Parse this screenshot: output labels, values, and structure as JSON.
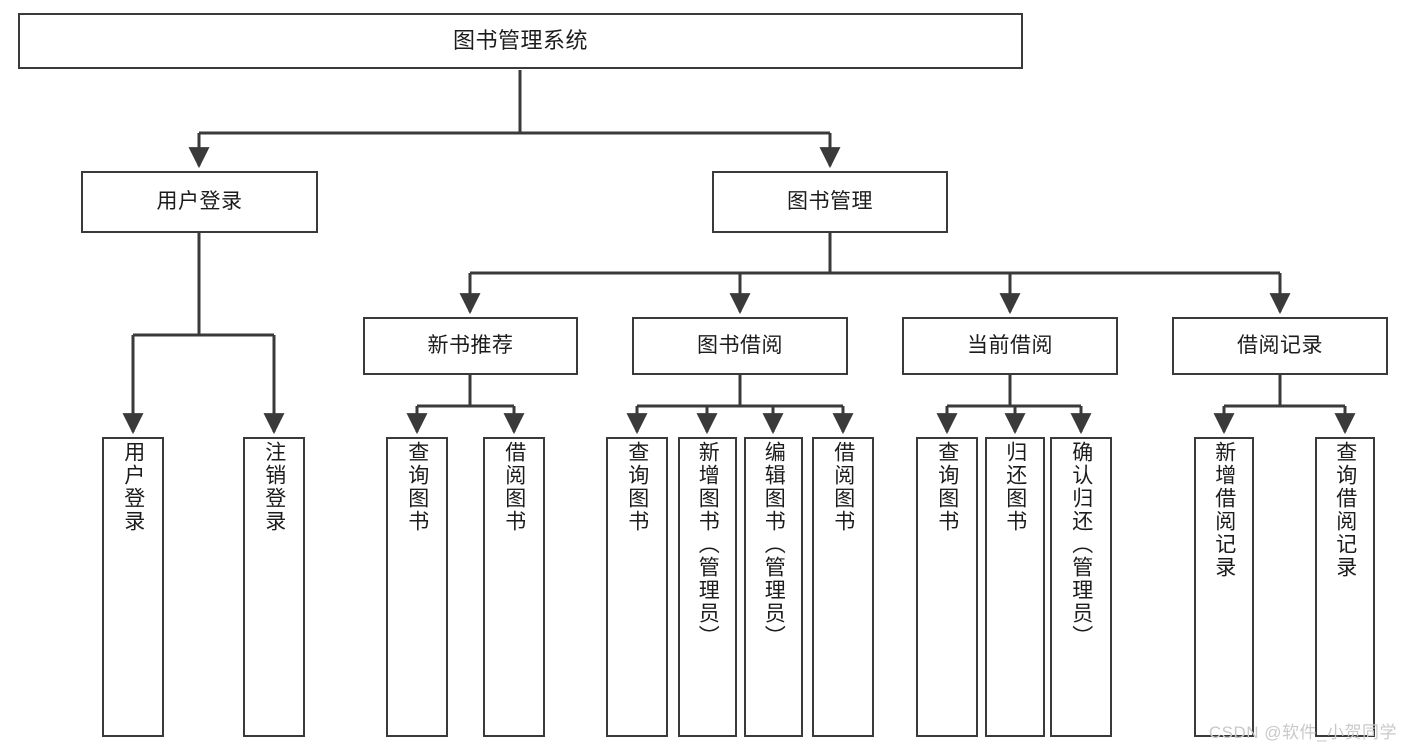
{
  "diagram": {
    "title": "图书管理系统",
    "type": "hierarchy-tree",
    "background_color": "#ffffff",
    "line_color": "#3a3a3a",
    "box_border_color": "#3a3a3a",
    "box_fill_color": "#ffffff",
    "text_color": "#1c1c1c"
  },
  "watermark": {
    "text": "CSDN @软件_小贺同学",
    "color": "#c9c9c9"
  },
  "nodes": {
    "root": {
      "label": "图书管理系统",
      "level": 1,
      "orientation": "horizontal"
    },
    "level2": [
      {
        "id": "user-login",
        "label": "用户登录",
        "orientation": "horizontal"
      },
      {
        "id": "book-manage",
        "label": "图书管理",
        "orientation": "horizontal"
      }
    ],
    "level3": [
      {
        "id": "new-book-recommend",
        "label": "新书推荐",
        "orientation": "horizontal"
      },
      {
        "id": "book-borrow",
        "label": "图书借阅",
        "orientation": "horizontal"
      },
      {
        "id": "current-borrow",
        "label": "当前借阅",
        "orientation": "horizontal"
      },
      {
        "id": "borrow-record",
        "label": "借阅记录",
        "orientation": "horizontal"
      }
    ],
    "leaves": [
      {
        "id": "leaf-user-login",
        "label": "用户登录",
        "parent": "user-login",
        "orientation": "vertical"
      },
      {
        "id": "leaf-logout-login",
        "label": "注销登录",
        "parent": "user-login",
        "orientation": "vertical"
      },
      {
        "id": "leaf-query-book-1",
        "label": "查询图书",
        "parent": "new-book-recommend",
        "orientation": "vertical"
      },
      {
        "id": "leaf-borrow-book-1",
        "label": "借阅图书",
        "parent": "new-book-recommend",
        "orientation": "vertical"
      },
      {
        "id": "leaf-query-book-2",
        "label": "查询图书",
        "parent": "book-borrow",
        "orientation": "vertical"
      },
      {
        "id": "leaf-add-book",
        "label": "新增图书（管理员）",
        "parent": "book-borrow",
        "orientation": "vertical"
      },
      {
        "id": "leaf-edit-book",
        "label": "编辑图书（管理员）",
        "parent": "book-borrow",
        "orientation": "vertical"
      },
      {
        "id": "leaf-borrow-book-2",
        "label": "借阅图书",
        "parent": "book-borrow",
        "orientation": "vertical"
      },
      {
        "id": "leaf-query-book-3",
        "label": "查询图书",
        "parent": "current-borrow",
        "orientation": "vertical"
      },
      {
        "id": "leaf-return-book",
        "label": "归还图书",
        "parent": "current-borrow",
        "orientation": "vertical"
      },
      {
        "id": "leaf-confirm-return",
        "label": "确认归还（管理员）",
        "parent": "current-borrow",
        "orientation": "vertical"
      },
      {
        "id": "leaf-add-record",
        "label": "新增借阅记录",
        "parent": "borrow-record",
        "orientation": "vertical"
      },
      {
        "id": "leaf-query-record",
        "label": "查询借阅记录",
        "parent": "borrow-record",
        "orientation": "vertical"
      }
    ]
  }
}
